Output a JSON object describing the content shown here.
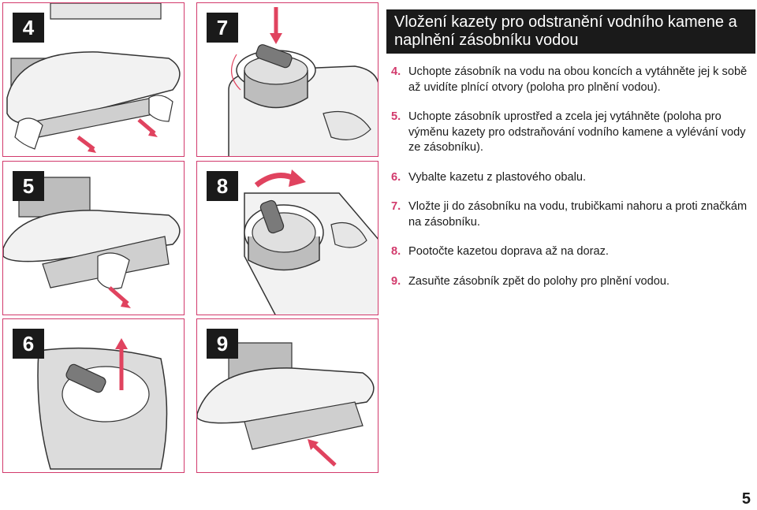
{
  "title": "Vložení kazety pro odstranění vodního kamene a naplnění zásobníku vodou",
  "panels": [
    "4",
    "7",
    "5",
    "8",
    "6",
    "9"
  ],
  "steps": [
    {
      "number": "4.",
      "text": "Uchopte zásobník na vodu na obou koncích a vytáhněte jej k sobě až uvidíte plnící otvory (poloha pro plnění vodou)."
    },
    {
      "number": "5.",
      "text": "Uchopte zásobník uprostřed a zcela jej vytáhněte (poloha pro výměnu kazety pro odstraňování vodního kamene a vylévání vody ze zásobníku)."
    },
    {
      "number": "6.",
      "text": "Vybalte kazetu z plastového obalu."
    },
    {
      "number": "7.",
      "text": "Vložte ji do zásobníku na vodu, trubičkami nahoru a proti značkám na zásobníku."
    },
    {
      "number": "8.",
      "text": "Pootočte kazetou doprava až na doraz."
    },
    {
      "number": "9.",
      "text": "Zasuňte zásobník zpět do polohy pro plnění vodou."
    }
  ],
  "page_number": "5",
  "colors": {
    "accent": "#d23a6c",
    "arrow": "#e0435f",
    "dark": "#1a1a1a"
  }
}
